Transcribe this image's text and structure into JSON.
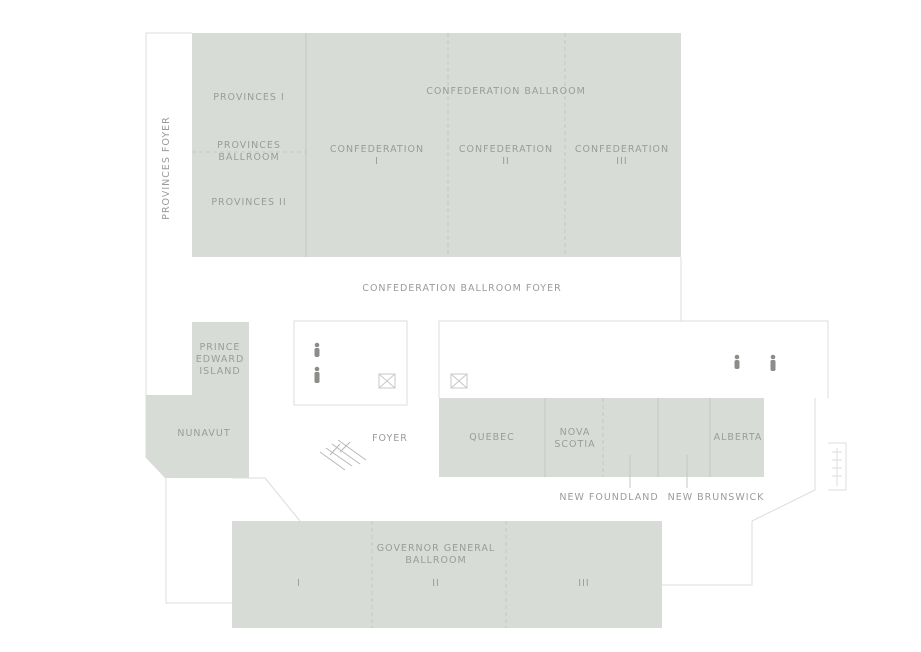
{
  "colors": {
    "room_fill": "#d8dcd6",
    "wall": "#dcdcdc",
    "text": "#9a9c98",
    "icon": "#8a8d88"
  },
  "rooms": {
    "provinces_foyer": "PROVINCES FOYER",
    "provinces_i": "PROVINCES I",
    "provinces_ballroom": [
      "PROVINCES",
      "BALLROOM"
    ],
    "provinces_ii": "PROVINCES II",
    "confederation_ballroom": "CONFEDERATION BALLROOM",
    "confederation_i": [
      "CONFEDERATION",
      "I"
    ],
    "confederation_ii": [
      "CONFEDERATION",
      "II"
    ],
    "confederation_iii": [
      "CONFEDERATION",
      "III"
    ],
    "confederation_foyer": "CONFEDERATION BALLROOM FOYER",
    "pei": [
      "PRINCE",
      "EDWARD",
      "ISLAND"
    ],
    "nunavut": "NUNAVUT",
    "foyer": "FOYER",
    "quebec": "QUEBEC",
    "nova_scotia": [
      "NOVA",
      "SCOTIA"
    ],
    "alberta": "ALBERTA",
    "new_foundland": "NEW FOUNDLAND",
    "new_brunswick": "NEW BRUNSWICK",
    "governor_general": [
      "GOVERNOR GENERAL",
      "BALLROOM"
    ],
    "gg_i": "I",
    "gg_ii": "II",
    "gg_iii": "III"
  },
  "icons": [
    "person-icon",
    "elevator-icon",
    "stairs-icon"
  ]
}
